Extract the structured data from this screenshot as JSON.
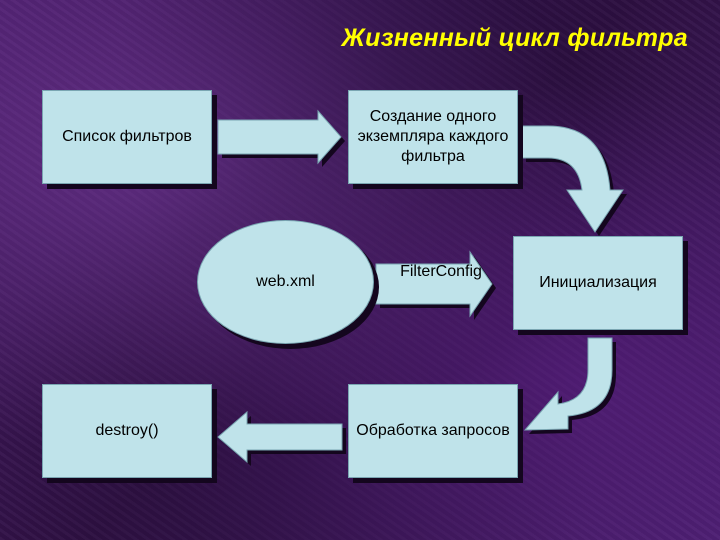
{
  "title": "Жизненный цикл фильтра",
  "nodes": {
    "filter_list": "Список фильтров",
    "create_instance": "Создание одного экземпляра каждого фильтра",
    "web_xml": "web.xml",
    "initialization": "Инициализация",
    "request_processing": "Обработка запросов",
    "destroy": "destroy()"
  },
  "edges": {
    "filter_config": "FilterConfig"
  },
  "colors": {
    "title": "#ffff00",
    "box_fill": "#bfe3ea",
    "shadow": "#14061e"
  }
}
